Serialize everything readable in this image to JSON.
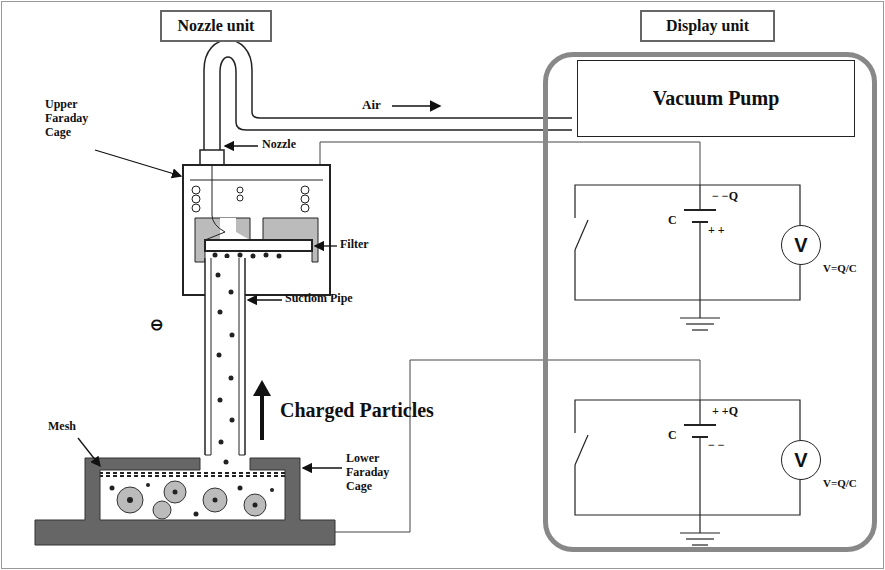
{
  "diagram": {
    "nodes": [
      {
        "text": [
          "Nozzle unit"
        ]
      },
      {
        "text": [
          "Display unit"
        ]
      },
      {
        "text": [
          "Vacuum Pump"
        ],
        "in": 1
      },
      {
        "text": [
          "V"
        ],
        "in": 1
      },
      {
        "text": [
          "V"
        ],
        "in": 1
      }
    ],
    "labels": [
      "Upper Faraday Cage",
      "Nozzle",
      "Air",
      "Filter",
      "Suctiom Pipe",
      "Charged Particles",
      "Mesh",
      "Lower Faraday Cage",
      "⊖",
      "− −Q",
      "C",
      "+ +",
      "V=Q/C",
      "+ +Q",
      "C",
      "− −",
      "V=Q/C"
    ]
  }
}
